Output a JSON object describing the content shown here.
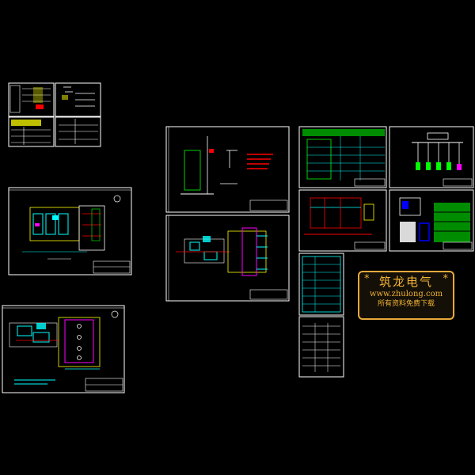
{
  "watermark": {
    "brand": "筑龙电气",
    "url": "www.zhulong.com",
    "slogan": "所有资料免费下载",
    "star": "*"
  },
  "colors": {
    "background": "#000000",
    "sheet_border": "#ffffff",
    "cad_cyan": "#00ffff",
    "cad_red": "#ff0000",
    "cad_green": "#00ff00",
    "cad_yellow": "#ffff00",
    "cad_magenta": "#ff00ff",
    "cad_blue": "#0000ff",
    "watermark_gold": "#f2b233"
  }
}
